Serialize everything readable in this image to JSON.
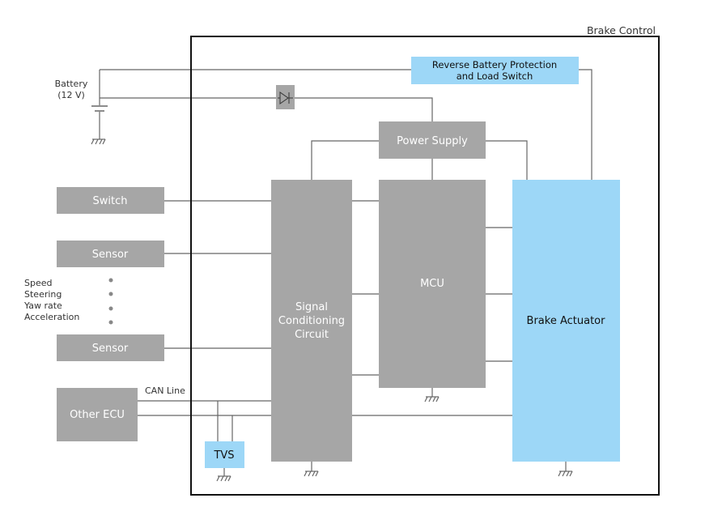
{
  "frame": {
    "title": "Brake Control"
  },
  "battery": {
    "label_line1": "Battery",
    "label_line2": "(12 V)"
  },
  "blocks": {
    "reverse_battery": {
      "line1": "Reverse Battery Protection",
      "line2": "and Load Switch"
    },
    "power_supply": {
      "label": "Power Supply"
    },
    "switch": {
      "label": "Switch"
    },
    "sensor_top": {
      "label": "Sensor"
    },
    "sensor_bottom": {
      "label": "Sensor"
    },
    "signal_conditioning": {
      "line1": "Signal",
      "line2": "Conditioning",
      "line3": "Circuit"
    },
    "mcu": {
      "label": "MCU"
    },
    "brake_actuator": {
      "label": "Brake Actuator"
    },
    "other_ecu": {
      "label": "Other ECU"
    },
    "tvs": {
      "label": "TVS"
    }
  },
  "sensor_types": [
    "Speed",
    "Steering",
    "Yaw rate",
    "Acceleration"
  ],
  "can_line": {
    "label": "CAN Line"
  },
  "colors": {
    "gray_block": "#a6a6a6",
    "blue_block": "#9dd7f7",
    "line": "#666666",
    "frame": "#111111"
  }
}
